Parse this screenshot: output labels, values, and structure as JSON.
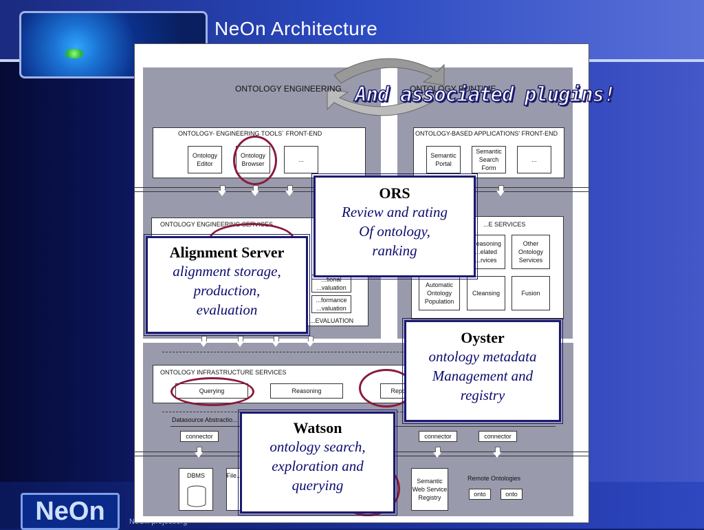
{
  "slide": {
    "title": "NeOn Architecture",
    "logo_text": "NeOn",
    "footer_url": "NeOn-project.org",
    "overlay_heading": "And associated plugins!"
  },
  "diagram": {
    "engineering_title": "ONTOLOGY ENGINEERING",
    "runtime_title": "ONTOLOGY RUNTIME",
    "eng_tools_header": "ONTOLOGY- ENGINEERING TOOLS´ FRONT-END",
    "eng_tools": [
      "Ontology Editor",
      "Ontology Browser",
      "..."
    ],
    "apps_header": "ONTOLOGY-BASED APPLICATIONS' FRONT-END",
    "apps": [
      "Semantic Portal",
      "Semantic Search Form",
      "..."
    ],
    "eng_services_header": "ONTOLOGY ENGINEERING SERVICES",
    "eng_services_partial": [
      "...tional ...valuation",
      "...formance ...valuation"
    ],
    "eval_label": "...EVALUATION",
    "runtime_services_header": "...E SERVICES",
    "runtime_services": [
      "...easoning ...elated ...rvices",
      "Other Ontology Services",
      "Automatic Ontology Population",
      "Cleansing",
      "Fusion"
    ],
    "infra_header": "ONTOLOGY INFRASTRUCTURE SERVICES",
    "infra_services": [
      "Querying",
      "Reasoning",
      "Repo..."
    ],
    "datasource_label": "Datasource Abstractio...",
    "connectors": [
      "connector",
      "connector",
      "connector"
    ],
    "sources": [
      "DBMS",
      "File...",
      "Semantic Web Service Registry"
    ],
    "remote_label": "Remote Ontologies",
    "onto": [
      "onto",
      "onto"
    ]
  },
  "callouts": {
    "ors": {
      "title": "ORS",
      "body": [
        "Review and rating",
        "Of ontology,",
        "ranking"
      ]
    },
    "alignment": {
      "title": "Alignment Server",
      "body": [
        "alignment storage,",
        "production,",
        "evaluation"
      ]
    },
    "oyster": {
      "title": "Oyster",
      "body": [
        "ontology metadata",
        "Management and",
        "registry"
      ]
    },
    "watson": {
      "title": "Watson",
      "body": [
        "ontology search,",
        "exploration and",
        "querying"
      ]
    }
  },
  "colors": {
    "accent_ellipse": "#8a1a3a",
    "callout_border": "#1a1a6e",
    "panel_gray": "#9a9aad"
  }
}
